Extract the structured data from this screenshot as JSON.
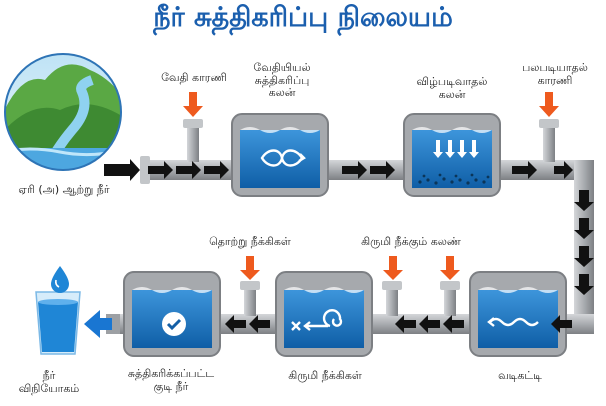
{
  "title": "நீர் சுத்திகரிப்பு நிலையம்",
  "labels": {
    "source": "ஏரி (அ) ஆற்று நீர்",
    "chemical_agent": "வேதி காரணி",
    "chemical_tank": [
      "வேதியியல்",
      "சுத்திகரிப்பு",
      "கலன்"
    ],
    "settling_tank": [
      "விழ்படிவாதல்",
      "கலன்"
    ],
    "multi_stage_agent": [
      "பலபடியாதல்",
      "காரணி"
    ],
    "filter": "வடிகட்டி",
    "disinfection_tank": "கிருமி நீக்கும் கலண்",
    "disinfectants": "தொற்று நீக்கிகள்",
    "germ_killers": "கிருமி நீக்கிகள்",
    "purified_water": [
      "சுத்திகரிக்கப்பட்ட",
      "குடி நீர்"
    ],
    "water_distribution": [
      "நீர்",
      "விநியோகம்"
    ]
  },
  "colors": {
    "title": "#1b5fae",
    "pipe": "#a9acb0",
    "tank": "#a6a9ad",
    "water": "#1b78c4",
    "arrow": "#111111",
    "input_arrow": "#ee5a1e",
    "output_arrow": "#1976d2"
  },
  "icons": {
    "chemical_tank": "mixing-loop-icon",
    "settling_tank": "down-arrows-icon",
    "filter": "wave-arrow-icon",
    "germ_killer_tank": "spiral-arrow-icon",
    "purified_tank": "check-circle-icon",
    "distribution": "water-glass-icon"
  }
}
